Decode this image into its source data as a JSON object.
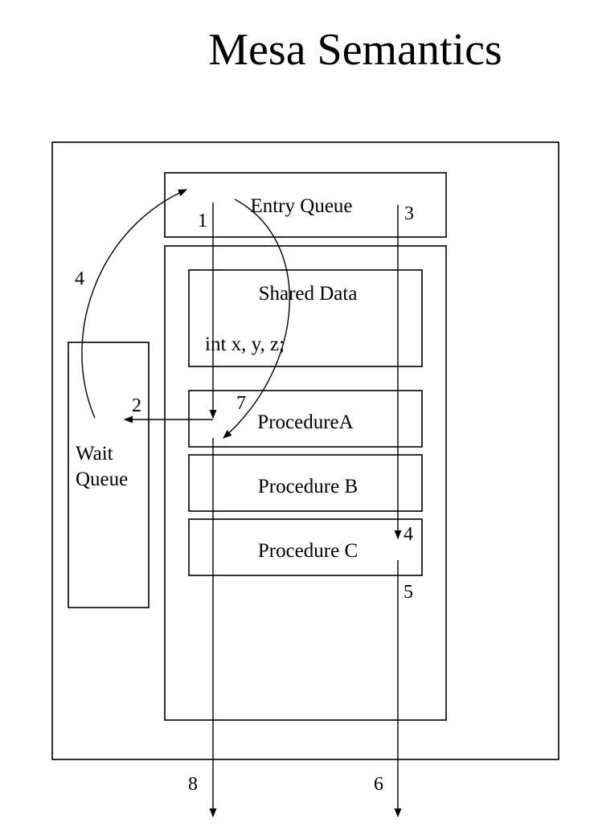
{
  "title": "Mesa Semantics",
  "boxes": {
    "entry_queue": "Entry Queue",
    "shared_data": "Shared Data",
    "shared_vars": "int x, y, z;",
    "wait_queue_line1": "Wait",
    "wait_queue_line2": "Queue",
    "procedure_a": "ProcedureA",
    "procedure_b": "Procedure B",
    "procedure_c": "Procedure C"
  },
  "step_labels": {
    "s1": "1",
    "s2": "2",
    "s3": "3",
    "s4_left": "4",
    "s4_right": "4",
    "s5": "5",
    "s6": "6",
    "s7": "7",
    "s8": "8"
  }
}
